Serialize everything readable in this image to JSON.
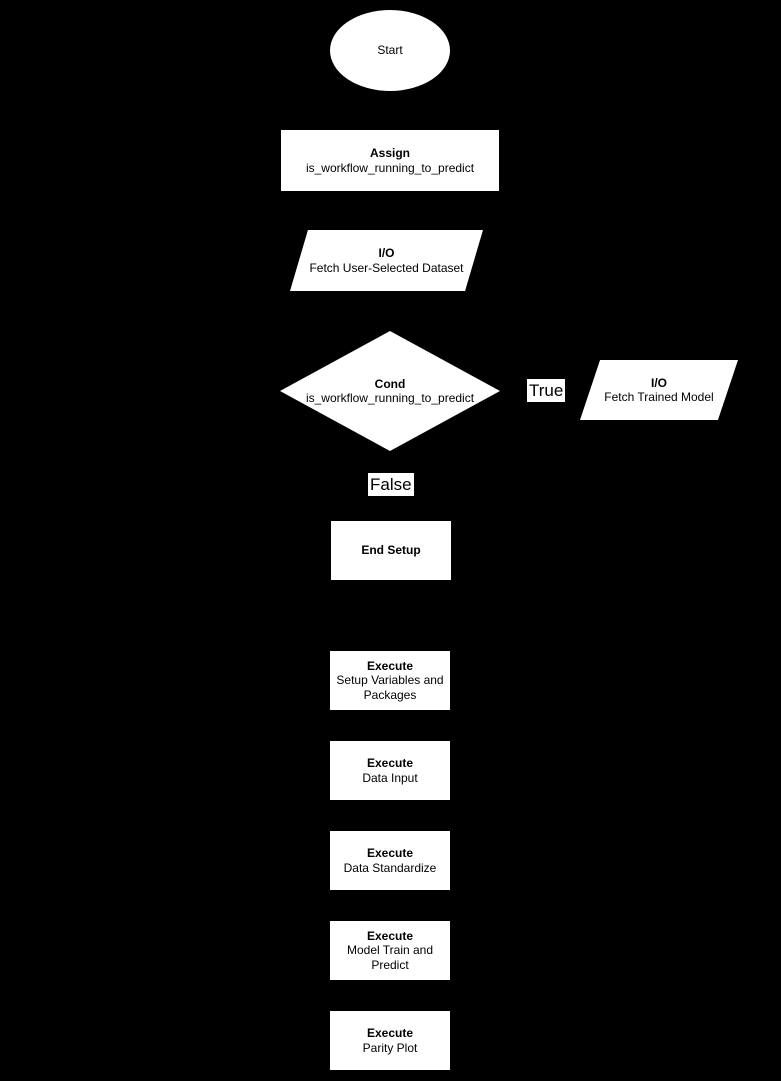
{
  "diagram": {
    "type": "flowchart",
    "background_color": "#000000",
    "node_fill_color": "#ffffff",
    "node_text_color": "#000000",
    "edge_label_background": "#ffffff",
    "nodes": [
      {
        "shape": "ellipse",
        "title": "Start",
        "subtitle": ""
      },
      {
        "shape": "rectangle",
        "title": "Assign",
        "subtitle": "is_workflow_running_to_predict"
      },
      {
        "shape": "parallelogram",
        "title": "I/O",
        "subtitle": "Fetch User-Selected Dataset"
      },
      {
        "shape": "diamond",
        "title": "Cond",
        "subtitle": "is_workflow_running_to_predict"
      },
      {
        "shape": "parallelogram",
        "title": "I/O",
        "subtitle": "Fetch Trained Model"
      },
      {
        "shape": "rectangle",
        "title": "End Setup",
        "subtitle": ""
      },
      {
        "shape": "rectangle",
        "title": "Execute",
        "subtitle": "Setup Variables and Packages"
      },
      {
        "shape": "rectangle",
        "title": "Execute",
        "subtitle": "Data Input"
      },
      {
        "shape": "rectangle",
        "title": "Execute",
        "subtitle": "Data Standardize"
      },
      {
        "shape": "rectangle",
        "title": "Execute",
        "subtitle": "Model Train and Predict"
      },
      {
        "shape": "rectangle",
        "title": "Execute",
        "subtitle": "Parity Plot"
      }
    ],
    "edge_labels": [
      {
        "text": "True"
      },
      {
        "text": "False"
      }
    ]
  }
}
